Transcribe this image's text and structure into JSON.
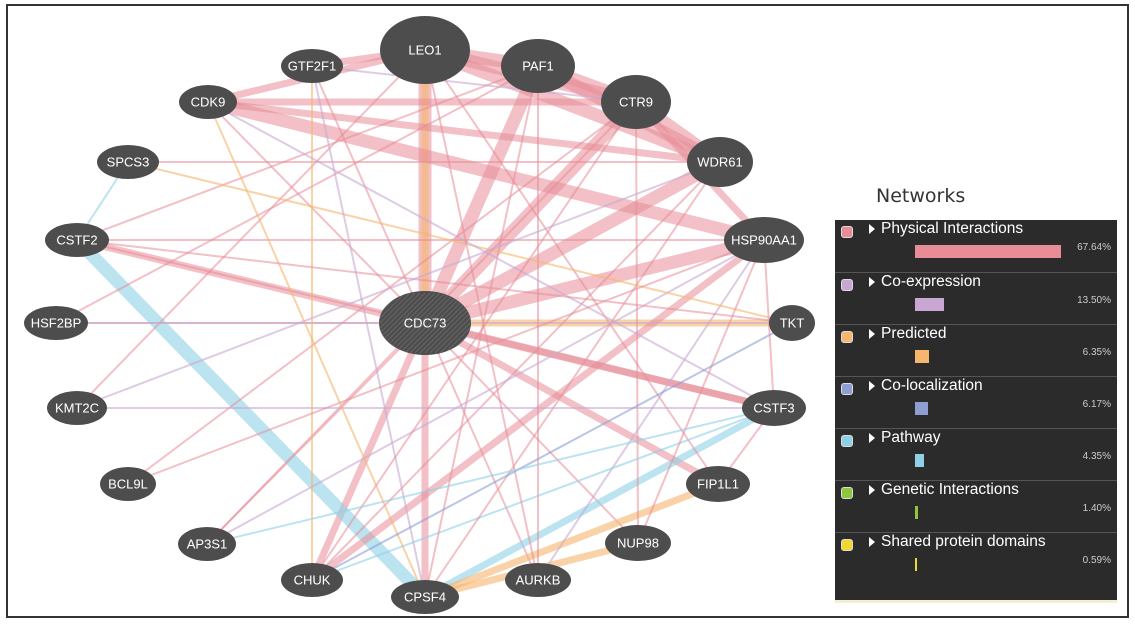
{
  "colors": {
    "node": "#4d4d4d",
    "physical": "#e88c97",
    "coexpression": "#c8a8d2",
    "predicted": "#f5b66d",
    "colocalization": "#8e9ed3",
    "pathway": "#8fd0e6",
    "genetic": "#8dc63f",
    "shared": "#f2d730"
  },
  "nodes": [
    {
      "id": "LEO1",
      "label": "LEO1"
    },
    {
      "id": "PAF1",
      "label": "PAF1"
    },
    {
      "id": "CTR9",
      "label": "CTR9"
    },
    {
      "id": "WDR61",
      "label": "WDR61"
    },
    {
      "id": "HSP90AA1",
      "label": "HSP90AA1"
    },
    {
      "id": "TKT",
      "label": "TKT"
    },
    {
      "id": "CSTF3",
      "label": "CSTF3"
    },
    {
      "id": "FIP1L1",
      "label": "FIP1L1"
    },
    {
      "id": "NUP98",
      "label": "NUP98"
    },
    {
      "id": "AURKB",
      "label": "AURKB"
    },
    {
      "id": "CPSF4",
      "label": "CPSF4"
    },
    {
      "id": "CHUK",
      "label": "CHUK"
    },
    {
      "id": "AP3S1",
      "label": "AP3S1"
    },
    {
      "id": "BCL9L",
      "label": "BCL9L"
    },
    {
      "id": "KMT2C",
      "label": "KMT2C"
    },
    {
      "id": "HSF2BP",
      "label": "HSF2BP"
    },
    {
      "id": "CSTF2",
      "label": "CSTF2"
    },
    {
      "id": "SPCS3",
      "label": "SPCS3"
    },
    {
      "id": "CDK9",
      "label": "CDK9"
    },
    {
      "id": "GTF2F1",
      "label": "GTF2F1"
    },
    {
      "id": "CDC73",
      "label": "CDC73"
    }
  ],
  "edges": [
    {
      "a": "CDC73",
      "b": "LEO1",
      "type": "physical",
      "w": 3
    },
    {
      "a": "CDC73",
      "b": "LEO1",
      "type": "predicted",
      "w": 2
    },
    {
      "a": "CDC73",
      "b": "PAF1",
      "type": "physical",
      "w": 3
    },
    {
      "a": "CDC73",
      "b": "CTR9",
      "type": "physical",
      "w": 3
    },
    {
      "a": "CDC73",
      "b": "WDR61",
      "type": "physical",
      "w": 3
    },
    {
      "a": "CDC73",
      "b": "HSP90AA1",
      "type": "physical",
      "w": 3
    },
    {
      "a": "CDC73",
      "b": "TKT",
      "type": "predicted",
      "w": 2
    },
    {
      "a": "CDC73",
      "b": "CSTF3",
      "type": "physical",
      "w": 2
    },
    {
      "a": "CDC73",
      "b": "FIP1L1",
      "type": "physical",
      "w": 2
    },
    {
      "a": "CDC73",
      "b": "NUP98",
      "type": "physical",
      "w": 1
    },
    {
      "a": "CDC73",
      "b": "AURKB",
      "type": "physical",
      "w": 1
    },
    {
      "a": "CDC73",
      "b": "CPSF4",
      "type": "physical",
      "w": 2
    },
    {
      "a": "CDC73",
      "b": "CHUK",
      "type": "physical",
      "w": 2
    },
    {
      "a": "CDC73",
      "b": "AP3S1",
      "type": "physical",
      "w": 1
    },
    {
      "a": "CDC73",
      "b": "HSF2BP",
      "type": "physical",
      "w": 1
    },
    {
      "a": "CDC73",
      "b": "CSTF2",
      "type": "physical",
      "w": 1
    },
    {
      "a": "CDC73",
      "b": "CDK9",
      "type": "physical",
      "w": 1
    },
    {
      "a": "CDC73",
      "b": "GTF2F1",
      "type": "physical",
      "w": 1
    },
    {
      "a": "LEO1",
      "b": "PAF1",
      "type": "physical",
      "w": 3
    },
    {
      "a": "LEO1",
      "b": "CTR9",
      "type": "physical",
      "w": 3
    },
    {
      "a": "LEO1",
      "b": "WDR61",
      "type": "physical",
      "w": 3
    },
    {
      "a": "PAF1",
      "b": "CTR9",
      "type": "physical",
      "w": 3
    },
    {
      "a": "PAF1",
      "b": "WDR61",
      "type": "physical",
      "w": 3
    },
    {
      "a": "CTR9",
      "b": "WDR61",
      "type": "physical",
      "w": 3
    },
    {
      "a": "CTR9",
      "b": "HSP90AA1",
      "type": "physical",
      "w": 2
    },
    {
      "a": "CDK9",
      "b": "HSP90AA1",
      "type": "physical",
      "w": 3
    },
    {
      "a": "CDK9",
      "b": "CTR9",
      "type": "physical",
      "w": 2
    },
    {
      "a": "CDK9",
      "b": "LEO1",
      "type": "physical",
      "w": 2
    },
    {
      "a": "CDK9",
      "b": "WDR61",
      "type": "physical",
      "w": 2
    },
    {
      "a": "GTF2F1",
      "b": "LEO1",
      "type": "physical",
      "w": 2
    },
    {
      "a": "GTF2F1",
      "b": "CTR9",
      "type": "coexpression",
      "w": 1
    },
    {
      "a": "CSTF2",
      "b": "CSTF3",
      "type": "physical",
      "w": 2
    },
    {
      "a": "CSTF2",
      "b": "CPSF4",
      "type": "pathway",
      "w": 3
    },
    {
      "a": "CSTF2",
      "b": "PAF1",
      "type": "physical",
      "w": 1
    },
    {
      "a": "CSTF2",
      "b": "HSP90AA1",
      "type": "physical",
      "w": 1
    },
    {
      "a": "CSTF3",
      "b": "CPSF4",
      "type": "pathway",
      "w": 2
    },
    {
      "a": "CSTF3",
      "b": "FIP1L1",
      "type": "physical",
      "w": 1
    },
    {
      "a": "FIP1L1",
      "b": "CPSF4",
      "type": "predicted",
      "w": 2
    },
    {
      "a": "FIP1L1",
      "b": "LEO1",
      "type": "physical",
      "w": 1
    },
    {
      "a": "NUP98",
      "b": "CPSF4",
      "type": "predicted",
      "w": 2
    },
    {
      "a": "NUP98",
      "b": "CTR9",
      "type": "physical",
      "w": 1
    },
    {
      "a": "AURKB",
      "b": "PAF1",
      "type": "physical",
      "w": 1
    },
    {
      "a": "AURKB",
      "b": "HSP90AA1",
      "type": "coexpression",
      "w": 1
    },
    {
      "a": "CHUK",
      "b": "HSP90AA1",
      "type": "physical",
      "w": 2
    },
    {
      "a": "CHUK",
      "b": "WDR61",
      "type": "physical",
      "w": 1
    },
    {
      "a": "CHUK",
      "b": "CSTF3",
      "type": "pathway",
      "w": 1
    },
    {
      "a": "CPSF4",
      "b": "WDR61",
      "type": "physical",
      "w": 1
    },
    {
      "a": "CPSF4",
      "b": "PAF1",
      "type": "physical",
      "w": 1
    },
    {
      "a": "AP3S1",
      "b": "CTR9",
      "type": "physical",
      "w": 1
    },
    {
      "a": "AP3S1",
      "b": "HSP90AA1",
      "type": "coexpression",
      "w": 1
    },
    {
      "a": "BCL9L",
      "b": "CTR9",
      "type": "physical",
      "w": 1
    },
    {
      "a": "KMT2C",
      "b": "LEO1",
      "type": "physical",
      "w": 1
    },
    {
      "a": "KMT2C",
      "b": "CSTF3",
      "type": "coexpression",
      "w": 1
    },
    {
      "a": "HSF2BP",
      "b": "PAF1",
      "type": "physical",
      "w": 1
    },
    {
      "a": "HSF2BP",
      "b": "TKT",
      "type": "coexpression",
      "w": 1
    },
    {
      "a": "SPCS3",
      "b": "TKT",
      "type": "predicted",
      "w": 1
    },
    {
      "a": "SPCS3",
      "b": "CSTF2",
      "type": "pathway",
      "w": 1
    },
    {
      "a": "SPCS3",
      "b": "WDR61",
      "type": "physical",
      "w": 1
    },
    {
      "a": "GTF2F1",
      "b": "CHUK",
      "type": "predicted",
      "w": 1
    },
    {
      "a": "GTF2F1",
      "b": "CPSF4",
      "type": "coexpression",
      "w": 1
    },
    {
      "a": "CDK9",
      "b": "CPSF4",
      "type": "predicted",
      "w": 1
    },
    {
      "a": "CDK9",
      "b": "CSTF3",
      "type": "coexpression",
      "w": 1
    },
    {
      "a": "HSP90AA1",
      "b": "CSTF3",
      "type": "physical",
      "w": 1
    },
    {
      "a": "HSP90AA1",
      "b": "NUP98",
      "type": "physical",
      "w": 1
    },
    {
      "a": "LEO1",
      "b": "AURKB",
      "type": "physical",
      "w": 1
    },
    {
      "a": "CTR9",
      "b": "CHUK",
      "type": "physical",
      "w": 1
    },
    {
      "a": "TKT",
      "b": "CHUK",
      "type": "colocalization",
      "w": 1
    },
    {
      "a": "CSTF2",
      "b": "TKT",
      "type": "physical",
      "w": 1
    },
    {
      "a": "KMT2C",
      "b": "WDR61",
      "type": "coexpression",
      "w": 1
    },
    {
      "a": "BCL9L",
      "b": "HSP90AA1",
      "type": "physical",
      "w": 1
    },
    {
      "a": "AP3S1",
      "b": "CSTF3",
      "type": "pathway",
      "w": 1
    }
  ],
  "legend": {
    "title": "Networks",
    "items": [
      {
        "label": "Physical Interactions",
        "pct": "67.64%",
        "value": 67.64,
        "color": "#e88c97"
      },
      {
        "label": "Co-expression",
        "pct": "13.50%",
        "value": 13.5,
        "color": "#c8a8d2"
      },
      {
        "label": "Predicted",
        "pct": "6.35%",
        "value": 6.35,
        "color": "#f5b66d"
      },
      {
        "label": "Co-localization",
        "pct": "6.17%",
        "value": 6.17,
        "color": "#8e9ed3"
      },
      {
        "label": "Pathway",
        "pct": "4.35%",
        "value": 4.35,
        "color": "#8fd0e6"
      },
      {
        "label": "Genetic Interactions",
        "pct": "1.40%",
        "value": 1.4,
        "color": "#8dc63f"
      },
      {
        "label": "Shared protein domains",
        "pct": "0.59%",
        "value": 0.59,
        "color": "#f2d730"
      }
    ]
  }
}
